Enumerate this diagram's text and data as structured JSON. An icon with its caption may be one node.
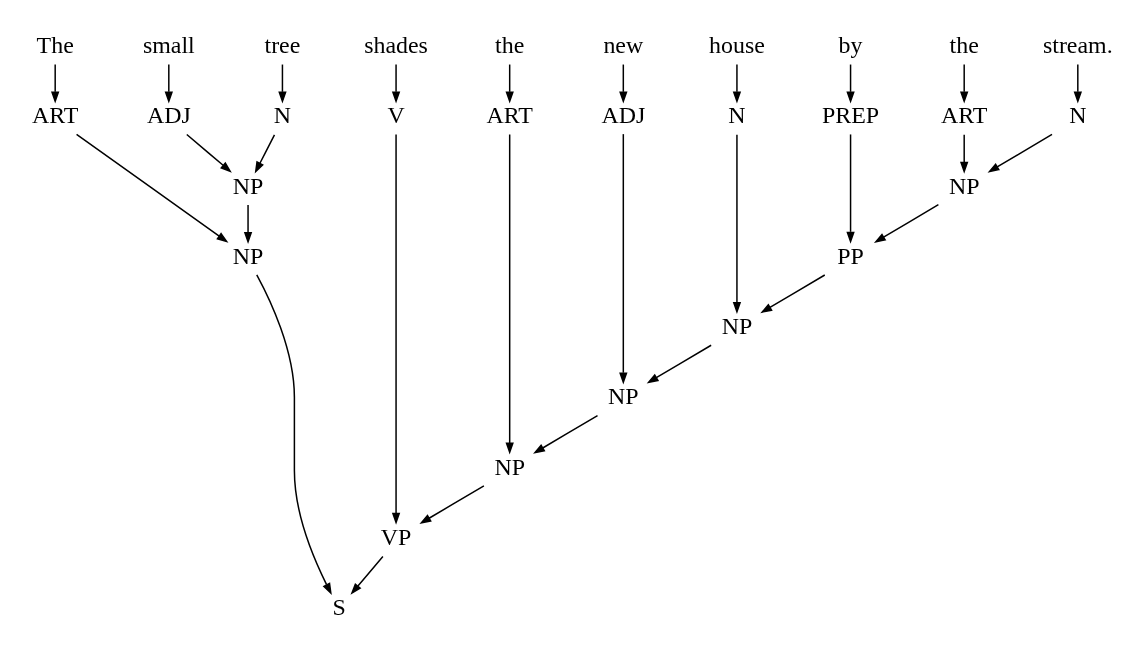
{
  "diagram": {
    "nodes": [
      {
        "text": [
          "The"
        ]
      },
      {
        "text": [
          "small"
        ]
      },
      {
        "text": [
          "tree"
        ]
      },
      {
        "text": [
          "shades"
        ]
      },
      {
        "text": [
          "the"
        ]
      },
      {
        "text": [
          "new"
        ]
      },
      {
        "text": [
          "house"
        ]
      },
      {
        "text": [
          "by"
        ]
      },
      {
        "text": [
          "the"
        ]
      },
      {
        "text": [
          "stream."
        ]
      },
      {
        "text": [
          "ART"
        ]
      },
      {
        "text": [
          "ADJ"
        ]
      },
      {
        "text": [
          "N"
        ]
      },
      {
        "text": [
          "V"
        ]
      },
      {
        "text": [
          "ART"
        ]
      },
      {
        "text": [
          "ADJ"
        ]
      },
      {
        "text": [
          "N"
        ]
      },
      {
        "text": [
          "PREP"
        ]
      },
      {
        "text": [
          "ART"
        ]
      },
      {
        "text": [
          "N"
        ]
      },
      {
        "text": [
          "NP"
        ]
      },
      {
        "text": [
          "NP"
        ]
      },
      {
        "text": [
          "NP"
        ]
      },
      {
        "text": [
          "PP"
        ]
      },
      {
        "text": [
          "NP"
        ]
      },
      {
        "text": [
          "NP"
        ]
      },
      {
        "text": [
          "NP"
        ]
      },
      {
        "text": [
          "VP"
        ]
      },
      {
        "text": [
          "S"
        ]
      }
    ],
    "edges": [
      {
        "from": 0,
        "to": 10,
        "arrow": "to"
      },
      {
        "from": 1,
        "to": 11,
        "arrow": "to"
      },
      {
        "from": 2,
        "to": 12,
        "arrow": "to"
      },
      {
        "from": 3,
        "to": 13,
        "arrow": "to"
      },
      {
        "from": 4,
        "to": 14,
        "arrow": "to"
      },
      {
        "from": 5,
        "to": 15,
        "arrow": "to"
      },
      {
        "from": 6,
        "to": 16,
        "arrow": "to"
      },
      {
        "from": 7,
        "to": 17,
        "arrow": "to"
      },
      {
        "from": 8,
        "to": 18,
        "arrow": "to"
      },
      {
        "from": 9,
        "to": 19,
        "arrow": "to"
      },
      {
        "from": 11,
        "to": 20,
        "arrow": "to"
      },
      {
        "from": 12,
        "to": 20,
        "arrow": "to"
      },
      {
        "from": 18,
        "to": 21,
        "arrow": "to"
      },
      {
        "from": 19,
        "to": 21,
        "arrow": "to"
      },
      {
        "from": 10,
        "to": 22,
        "arrow": "to"
      },
      {
        "from": 20,
        "to": 22,
        "arrow": "to"
      },
      {
        "from": 17,
        "to": 23,
        "arrow": "to"
      },
      {
        "from": 21,
        "to": 23,
        "arrow": "to"
      },
      {
        "from": 16,
        "to": 24,
        "arrow": "to"
      },
      {
        "from": 23,
        "to": 24,
        "arrow": "to"
      },
      {
        "from": 15,
        "to": 25,
        "arrow": "to"
      },
      {
        "from": 24,
        "to": 25,
        "arrow": "to"
      },
      {
        "from": 14,
        "to": 26,
        "arrow": "to"
      },
      {
        "from": 25,
        "to": 26,
        "arrow": "to"
      },
      {
        "from": 13,
        "to": 27,
        "arrow": "to"
      },
      {
        "from": 26,
        "to": 27,
        "arrow": "to"
      },
      {
        "from": 22,
        "to": 28,
        "arrow": "to"
      },
      {
        "from": 27,
        "to": 28,
        "arrow": "to"
      }
    ]
  }
}
